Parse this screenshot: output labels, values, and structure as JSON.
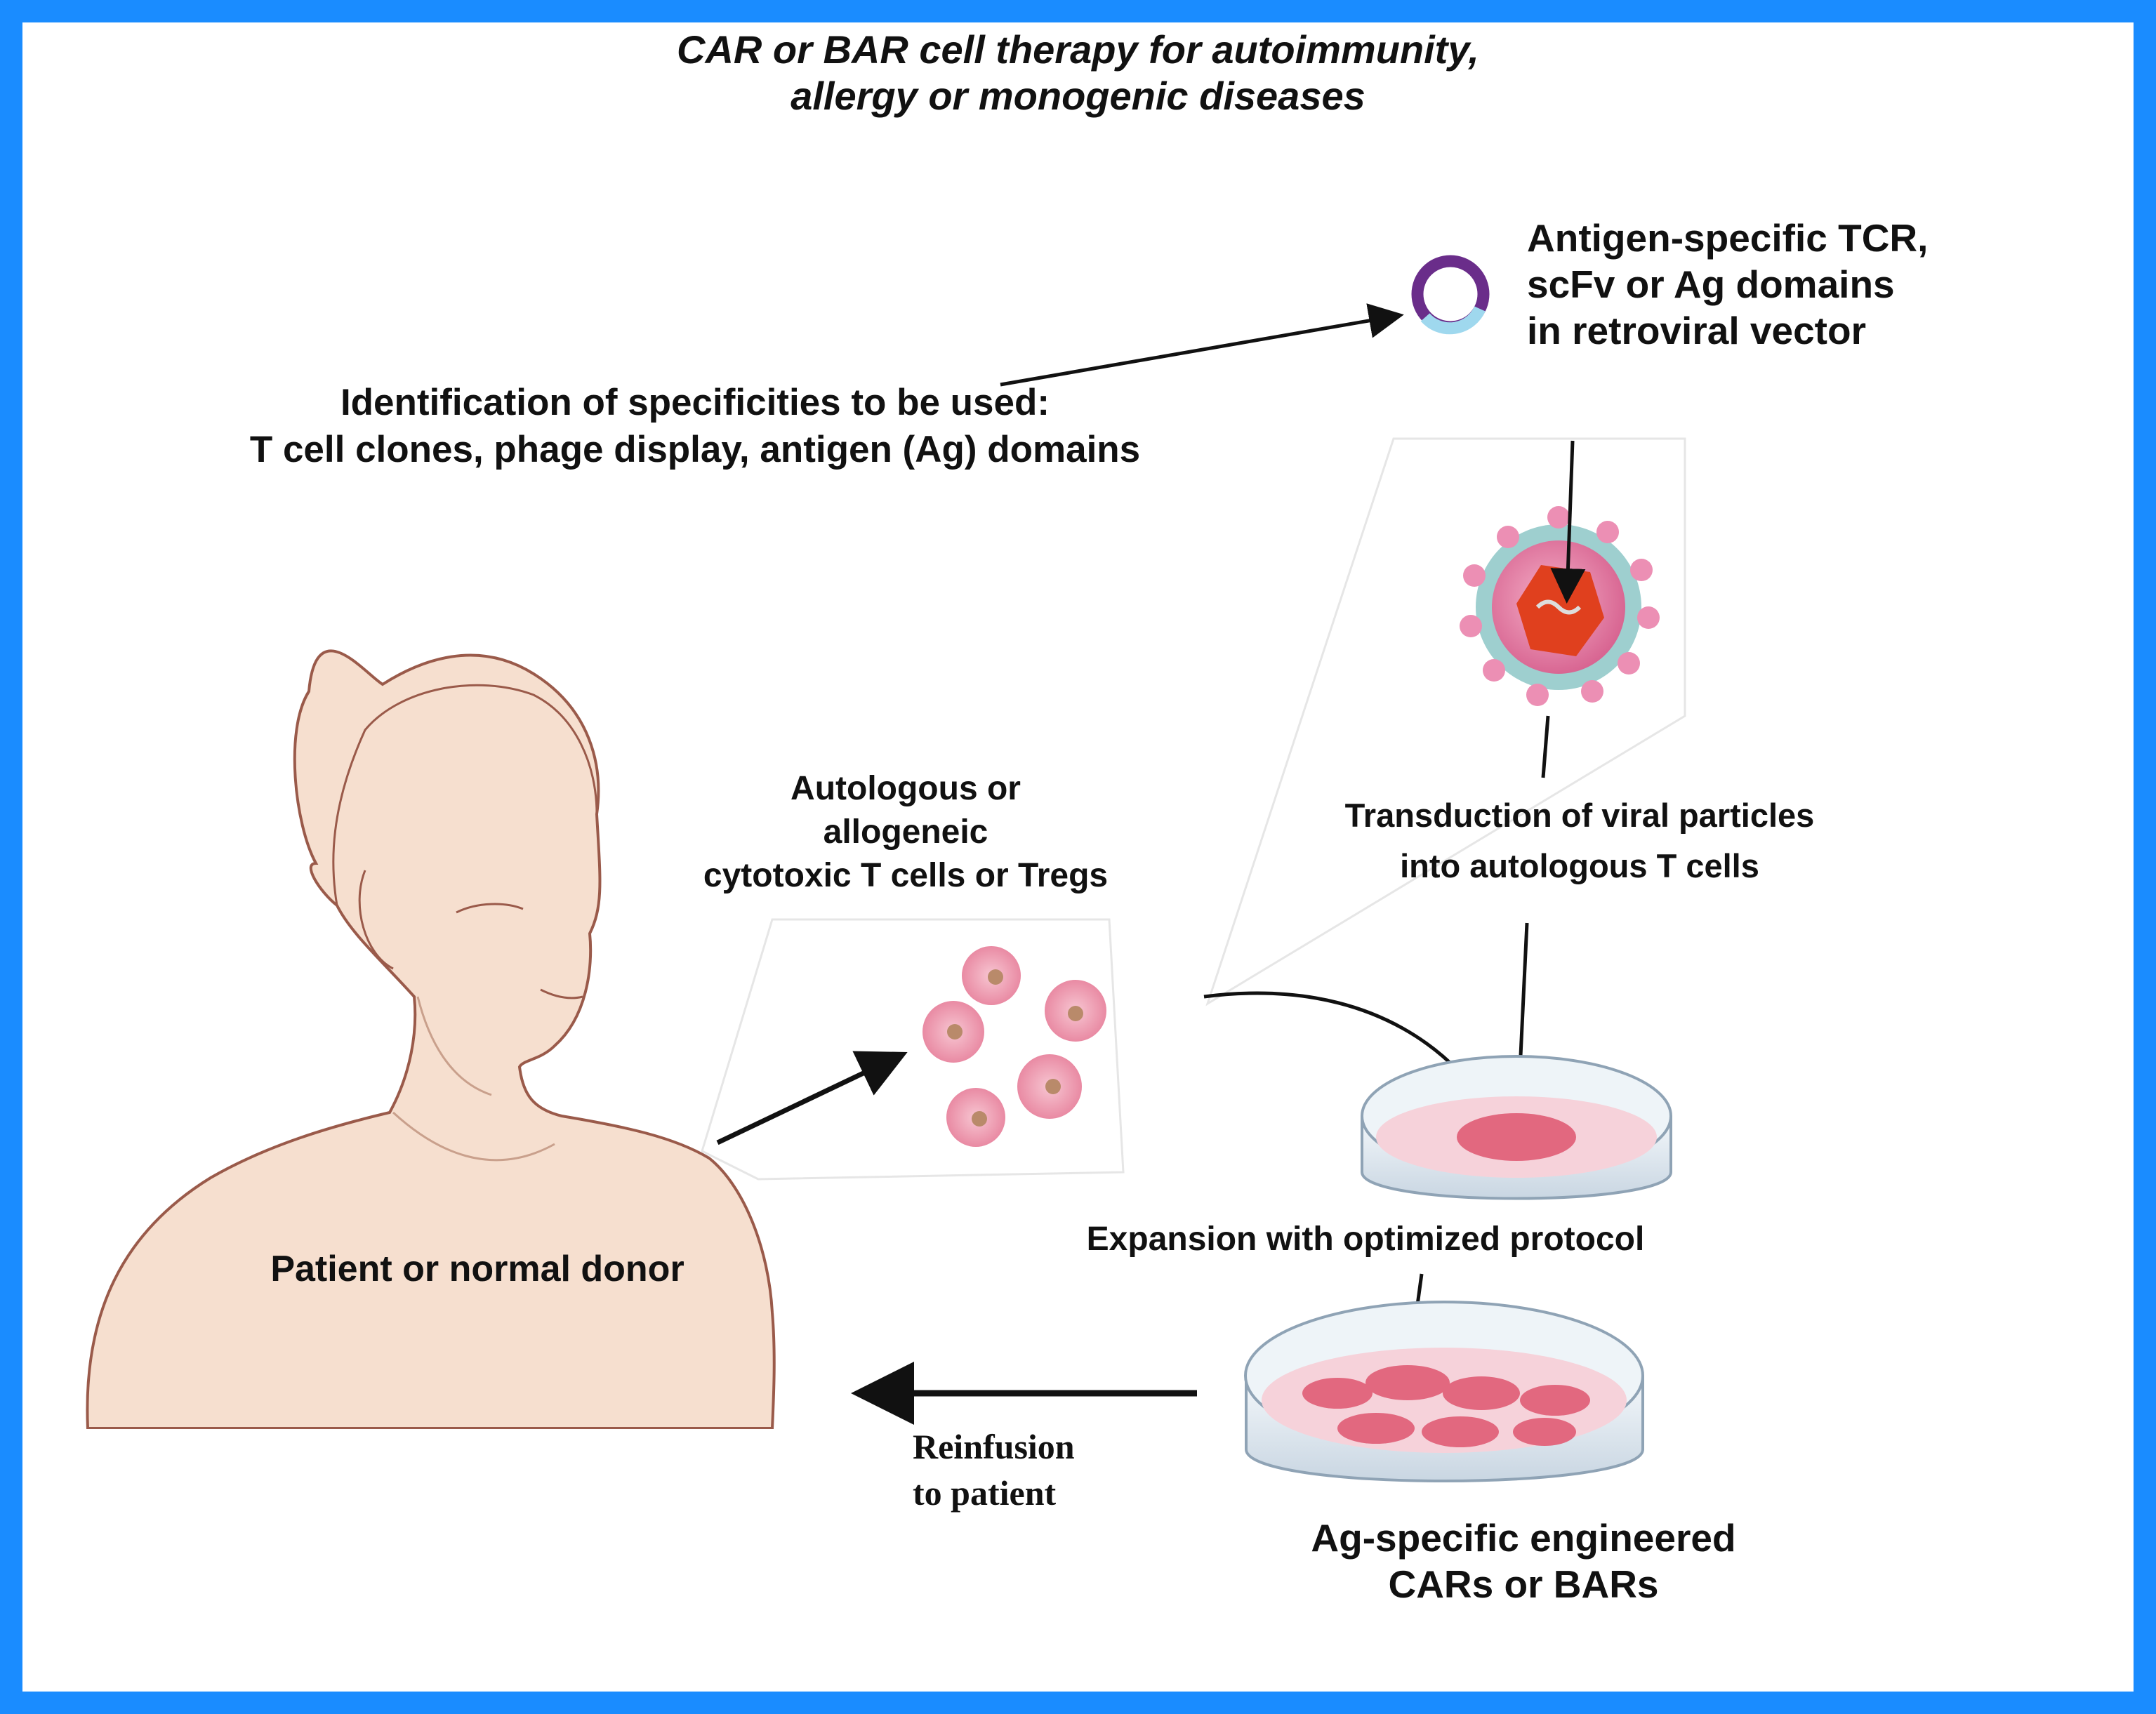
{
  "title": "CAR or BAR cell therapy for autoimmunity,\nallergy or monogenic diseases",
  "labels": {
    "specificity_vector": "Antigen-specific TCR,\nscFv or Ag domains\nin retroviral vector",
    "identification": "Identification of specificities to be used:\nT cell clones, phage display, antigen (Ag) domains",
    "cell_source": "Autologous or\nallogeneic\ncytotoxic T cells or Tregs",
    "transduction": "Transduction of viral particles\ninto autologous T cells",
    "expansion": "Expansion with optimized protocol",
    "patient": "Patient or normal donor",
    "reinfusion": "Reinfusion\nto patient",
    "engineered": "Ag-specific engineered\nCARs or BARs"
  },
  "colors": {
    "frame": "#1a8cff",
    "skin": "#f6dfcf",
    "skin_outline": "#9a5a4a",
    "cell": "#f2a6b8",
    "virus_core": "#e0401e",
    "vector_ring": "#6a2d8a",
    "vector_segment": "#9fd8ee"
  }
}
